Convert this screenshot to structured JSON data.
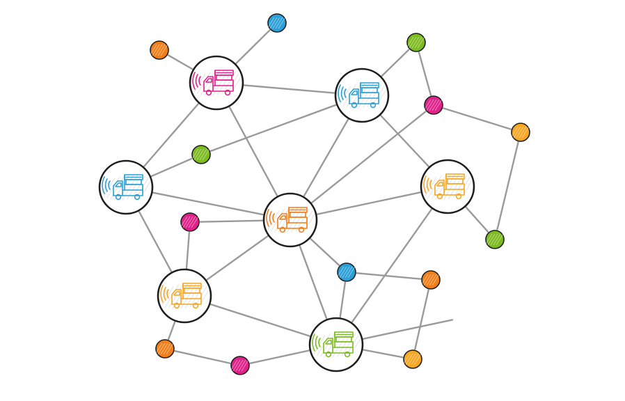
{
  "network": {
    "palette": {
      "magenta": "#e0218a",
      "blue": "#2b9fd6",
      "orange": "#f07f1a",
      "amber": "#f5a623",
      "green": "#7cbb1f",
      "link": "#9a9a9a",
      "outline": "#1e1e1e"
    },
    "hubs": [
      {
        "id": "hub-top-left",
        "icon": "truck-with-signal-icon",
        "color": "magenta"
      },
      {
        "id": "hub-top-right",
        "icon": "truck-with-signal-icon",
        "color": "blue"
      },
      {
        "id": "hub-left",
        "icon": "truck-with-signal-icon",
        "color": "blue"
      },
      {
        "id": "hub-center",
        "icon": "truck-with-signal-icon",
        "color": "orange"
      },
      {
        "id": "hub-right",
        "icon": "truck-with-signal-icon",
        "color": "amber"
      },
      {
        "id": "hub-bottom-left",
        "icon": "truck-with-signal-icon",
        "color": "amber"
      },
      {
        "id": "hub-bottom",
        "icon": "truck-with-signal-icon",
        "color": "green"
      }
    ],
    "dots": [
      {
        "id": "dot-1",
        "color": "orange"
      },
      {
        "id": "dot-2",
        "color": "blue"
      },
      {
        "id": "dot-3",
        "color": "green"
      },
      {
        "id": "dot-4",
        "color": "magenta"
      },
      {
        "id": "dot-5",
        "color": "amber"
      },
      {
        "id": "dot-6",
        "color": "green"
      },
      {
        "id": "dot-7",
        "color": "magenta"
      },
      {
        "id": "dot-8",
        "color": "green"
      },
      {
        "id": "dot-9",
        "color": "blue"
      },
      {
        "id": "dot-10",
        "color": "orange"
      },
      {
        "id": "dot-11",
        "color": "orange"
      },
      {
        "id": "dot-12",
        "color": "magenta"
      },
      {
        "id": "dot-13",
        "color": "amber"
      }
    ],
    "links": [
      [
        "dot-1",
        "hub-top-left"
      ],
      [
        "dot-2",
        "hub-top-left"
      ],
      [
        "hub-top-left",
        "hub-top-right"
      ],
      [
        "hub-top-left",
        "hub-left"
      ],
      [
        "hub-top-left",
        "hub-center"
      ],
      [
        "hub-top-right",
        "dot-3"
      ],
      [
        "hub-top-right",
        "hub-center"
      ],
      [
        "hub-top-right",
        "hub-right"
      ],
      [
        "hub-top-right",
        "dot-6"
      ],
      [
        "dot-3",
        "dot-4"
      ],
      [
        "dot-4",
        "dot-5"
      ],
      [
        "dot-5",
        "dot-8"
      ],
      [
        "dot-4",
        "hub-center"
      ],
      [
        "hub-right",
        "dot-8"
      ],
      [
        "hub-right",
        "hub-center"
      ],
      [
        "hub-right",
        "hub-bottom"
      ],
      [
        "hub-left",
        "dot-6"
      ],
      [
        "hub-left",
        "hub-center"
      ],
      [
        "hub-left",
        "hub-bottom-left"
      ],
      [
        "dot-7",
        "hub-center"
      ],
      [
        "dot-7",
        "hub-bottom-left"
      ],
      [
        "hub-center",
        "hub-bottom-left"
      ],
      [
        "hub-center",
        "dot-9"
      ],
      [
        "hub-center",
        "hub-bottom"
      ],
      [
        "dot-9",
        "dot-10"
      ],
      [
        "dot-9",
        "hub-bottom"
      ],
      [
        "dot-10",
        "dot-13"
      ],
      [
        "hub-bottom-left",
        "hub-bottom"
      ],
      [
        "hub-bottom-left",
        "dot-11"
      ],
      [
        "dot-11",
        "dot-12"
      ],
      [
        "dot-12",
        "hub-bottom"
      ],
      [
        "hub-bottom",
        "dot-13"
      ],
      [
        "hub-bottom",
        "stub-end"
      ]
    ]
  }
}
